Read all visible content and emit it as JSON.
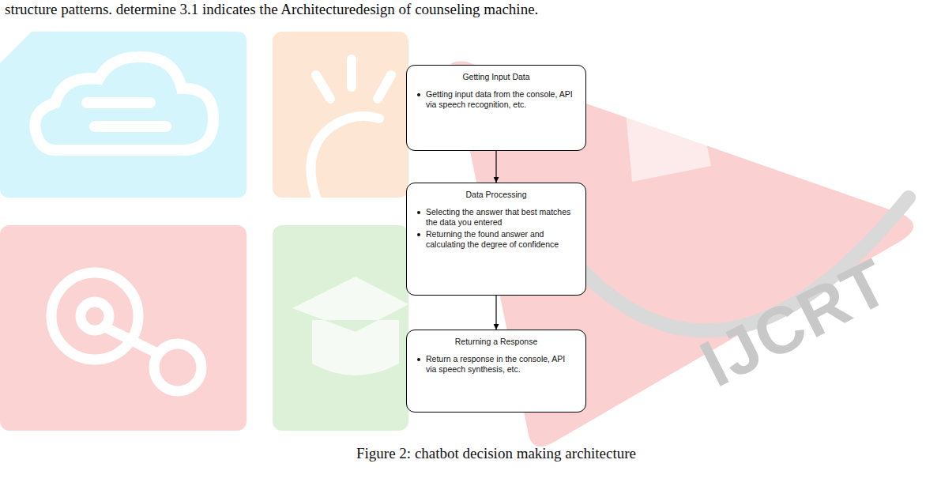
{
  "diagram": {
    "caption": "Figure 2: chatbot decision making architecture",
    "nodes": [
      {
        "text": [
          "Getting Input Data",
          "Getting input data from the console, API via speech recognition, etc."
        ]
      },
      {
        "text": [
          "Data Processing",
          "Selecting the answer that best matches the data you entered",
          "Returning the found answer and calculating the degree of confidence"
        ]
      },
      {
        "text": [
          "Returning a Response",
          "Return a response in the console, API via speech synthesis, etc."
        ]
      }
    ],
    "edges": [
      {
        "from": 0,
        "to": 1,
        "arrow": "to"
      },
      {
        "from": 1,
        "to": 2,
        "arrow": "to"
      }
    ],
    "labels": [
      "structure patterns. determine 3.1 indicates the Architecturedesign of counseling machine.",
      "IJCRT"
    ]
  }
}
